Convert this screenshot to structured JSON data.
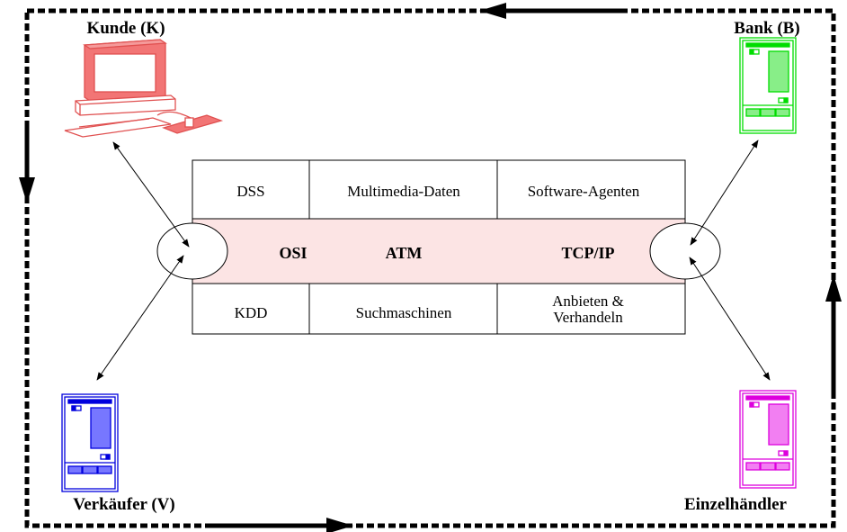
{
  "nodes": {
    "kunde": "Kunde (K)",
    "bank": "Bank (B)",
    "verkaeufer": "Verkäufer (V)",
    "einzelhaendler": "Einzelhändler"
  },
  "services_top": [
    "DSS",
    "Multimedia-Daten",
    "Software-Agenten"
  ],
  "protocols": [
    "OSI",
    "ATM",
    "TCP/IP"
  ],
  "services_bottom": {
    "kdd": "KDD",
    "suchmaschinen": "Suchmaschinen",
    "anbieten_line1": "Anbieten &",
    "anbieten_line2": "Verhandeln"
  },
  "colors": {
    "kunde": "#f06060",
    "bank": "#00dd00",
    "verkaeufer": "#0000dd",
    "einzelhaendler": "#dd00dd",
    "band": "#fce4e4"
  }
}
